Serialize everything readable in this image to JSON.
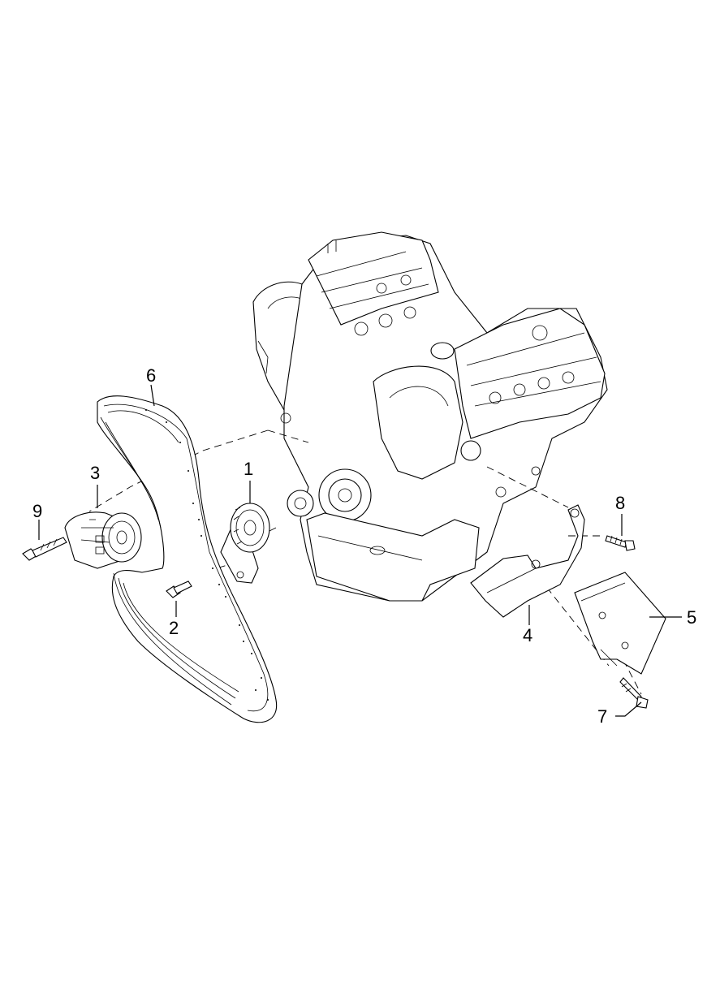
{
  "diagram": {
    "type": "exploded parts diagram",
    "callouts": [
      {
        "id": "1",
        "label": "1"
      },
      {
        "id": "2",
        "label": "2"
      },
      {
        "id": "3",
        "label": "3"
      },
      {
        "id": "4",
        "label": "4"
      },
      {
        "id": "5",
        "label": "5"
      },
      {
        "id": "6",
        "label": "6"
      },
      {
        "id": "7",
        "label": "7"
      },
      {
        "id": "8",
        "label": "8"
      },
      {
        "id": "9",
        "label": "9"
      }
    ]
  }
}
